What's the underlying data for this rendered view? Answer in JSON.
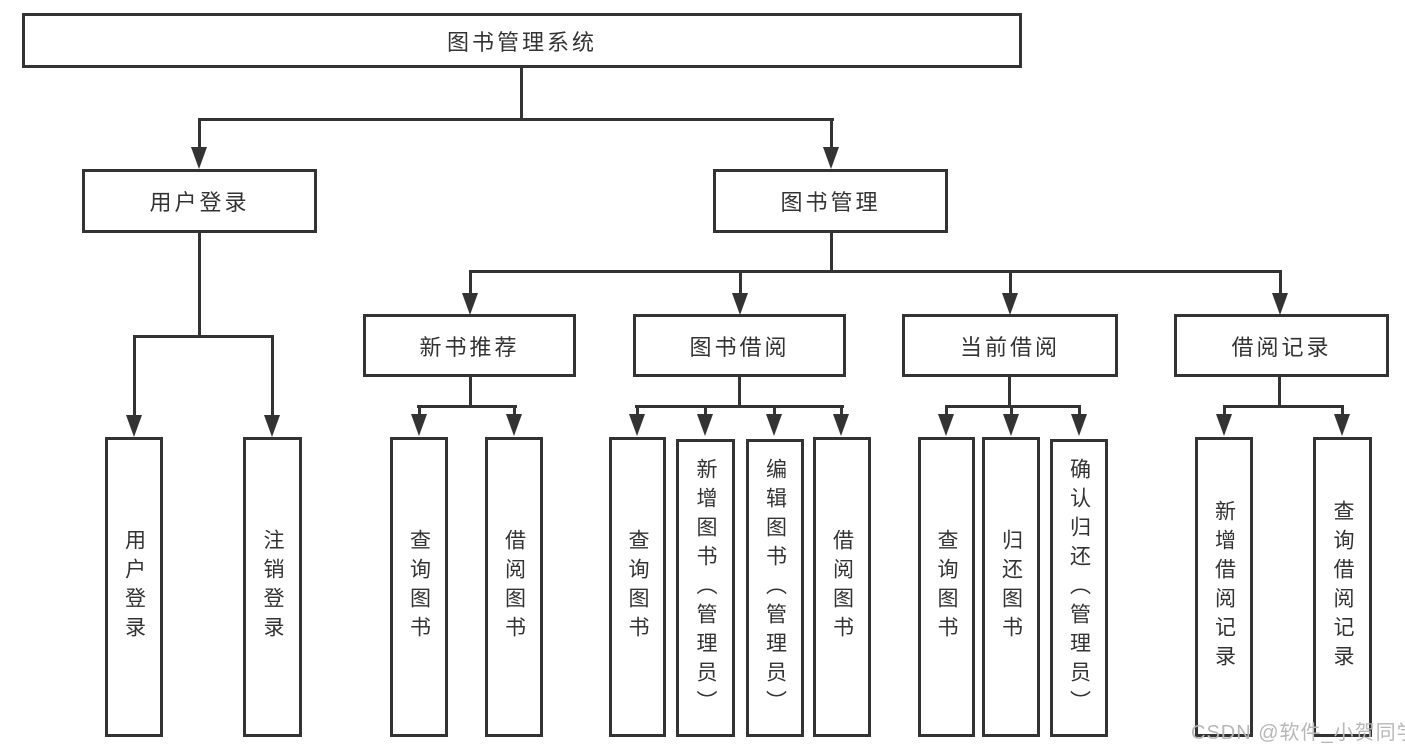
{
  "colors": {
    "line": "#333333",
    "background": "#ffffff",
    "watermark_text": "#b7b7b7"
  },
  "watermark": "CSDN @软件_小贺同学",
  "nodes": {
    "root": "图书管理系统",
    "user_login": "用户登录",
    "book_mgmt": "图书管理",
    "new_book_rec": "新书推荐",
    "book_borrow": "图书借阅",
    "current_borrow": "当前借阅",
    "borrow_record": "借阅记录",
    "ul_user_login": "用户登录",
    "ul_logout": "注销登录",
    "nbr_query_book": "查询图书",
    "nbr_borrow_book": "借阅图书",
    "bb_query_book": "查询图书",
    "bb_add_book": "新增图书（管理员）",
    "bb_edit_book": "编辑图书（管理员）",
    "bb_borrow_book": "借阅图书",
    "cb_query_book": "查询图书",
    "cb_return_book": "归还图书",
    "cb_confirm_return": "确认归还（管理员）",
    "br_add_record": "新增借阅记录",
    "br_query_record": "查询借阅记录"
  }
}
